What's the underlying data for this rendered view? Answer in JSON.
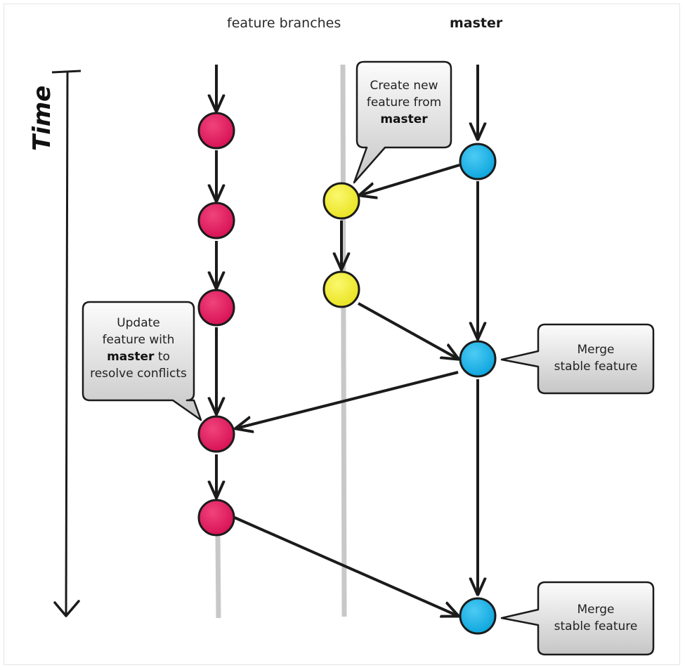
{
  "headers": {
    "feature_branches": "feature branches",
    "master": "master"
  },
  "time_label": "Time",
  "callouts": {
    "create_feature": {
      "line1": "Create new",
      "line2": "feature from",
      "line3": "master"
    },
    "update_feature": {
      "line1": "Update",
      "line2": "feature with",
      "line3_bold": "master",
      "line3_rest": " to",
      "line4": "resolve conflicts"
    },
    "merge_1": {
      "line1": "Merge",
      "line2": "stable feature"
    },
    "merge_2": {
      "line1": "Merge",
      "line2": "stable feature"
    }
  },
  "colors": {
    "feature_a": "#e8145a",
    "feature_b": "#f7f33a",
    "master": "#1ab4ea",
    "bubble_top": "#fbfbfb",
    "bubble_bottom": "#c9c9c9",
    "arrow": "#1b1b1b",
    "rail": "#c8c8c8"
  }
}
